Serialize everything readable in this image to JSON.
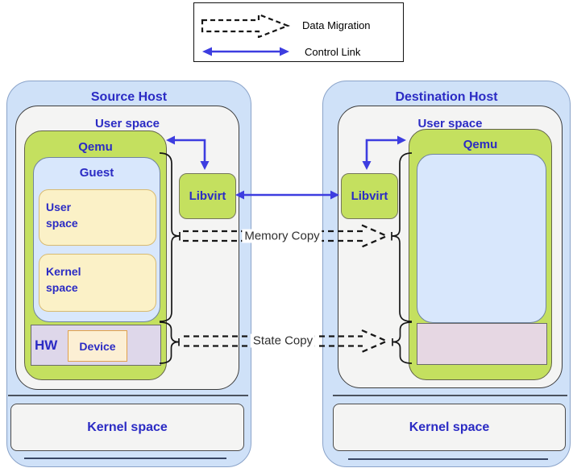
{
  "colors": {
    "host_fill": "#cfe1f8",
    "host_border": "#8aa3c9",
    "space_fill": "#f4f4f3",
    "space_border": "#3c3c3c",
    "qemu_fill": "#c4e05f",
    "qemu_border": "#62634a",
    "guest_fill": "#d8e7fc",
    "guest_border": "#70849f",
    "cream_fill": "#fbf1c7",
    "cream_border": "#d8ba70",
    "hw_fill_source": "#ded7ea",
    "hw_fill_dest": "#e6d7e3",
    "hw_border": "#6a6a6a",
    "device_fill": "#fcefd4",
    "device_border": "#e0a14b",
    "kernel_fill": "#f4f4f3",
    "kernel_border": "#4c4c4c",
    "title_blue": "#2b2bc4",
    "arrow_blue": "#3d3de0",
    "line_black": "#161616",
    "label_dark": "#2e2e2e",
    "legend_border": "#111111"
  },
  "legend": {
    "data_migration_label": "Data Migration",
    "control_link_label": "Control Link"
  },
  "source_host": {
    "title": "Source Host",
    "user_space_title": "User space",
    "qemu_title": "Qemu",
    "guest_title": "Guest",
    "guest_user_space_label": "User\nspace",
    "guest_kernel_space_label": "Kernel\nspace",
    "hw_label": "HW",
    "device_label": "Device",
    "libvirt_label": "Libvirt",
    "kernel_space_label": "Kernel space"
  },
  "destination_host": {
    "title": "Destination Host",
    "user_space_title": "User space",
    "qemu_title": "Qemu",
    "libvirt_label": "Libvirt",
    "kernel_space_label": "Kernel space"
  },
  "flows": {
    "memory_copy_label": "Memory Copy",
    "state_copy_label": "State Copy"
  }
}
